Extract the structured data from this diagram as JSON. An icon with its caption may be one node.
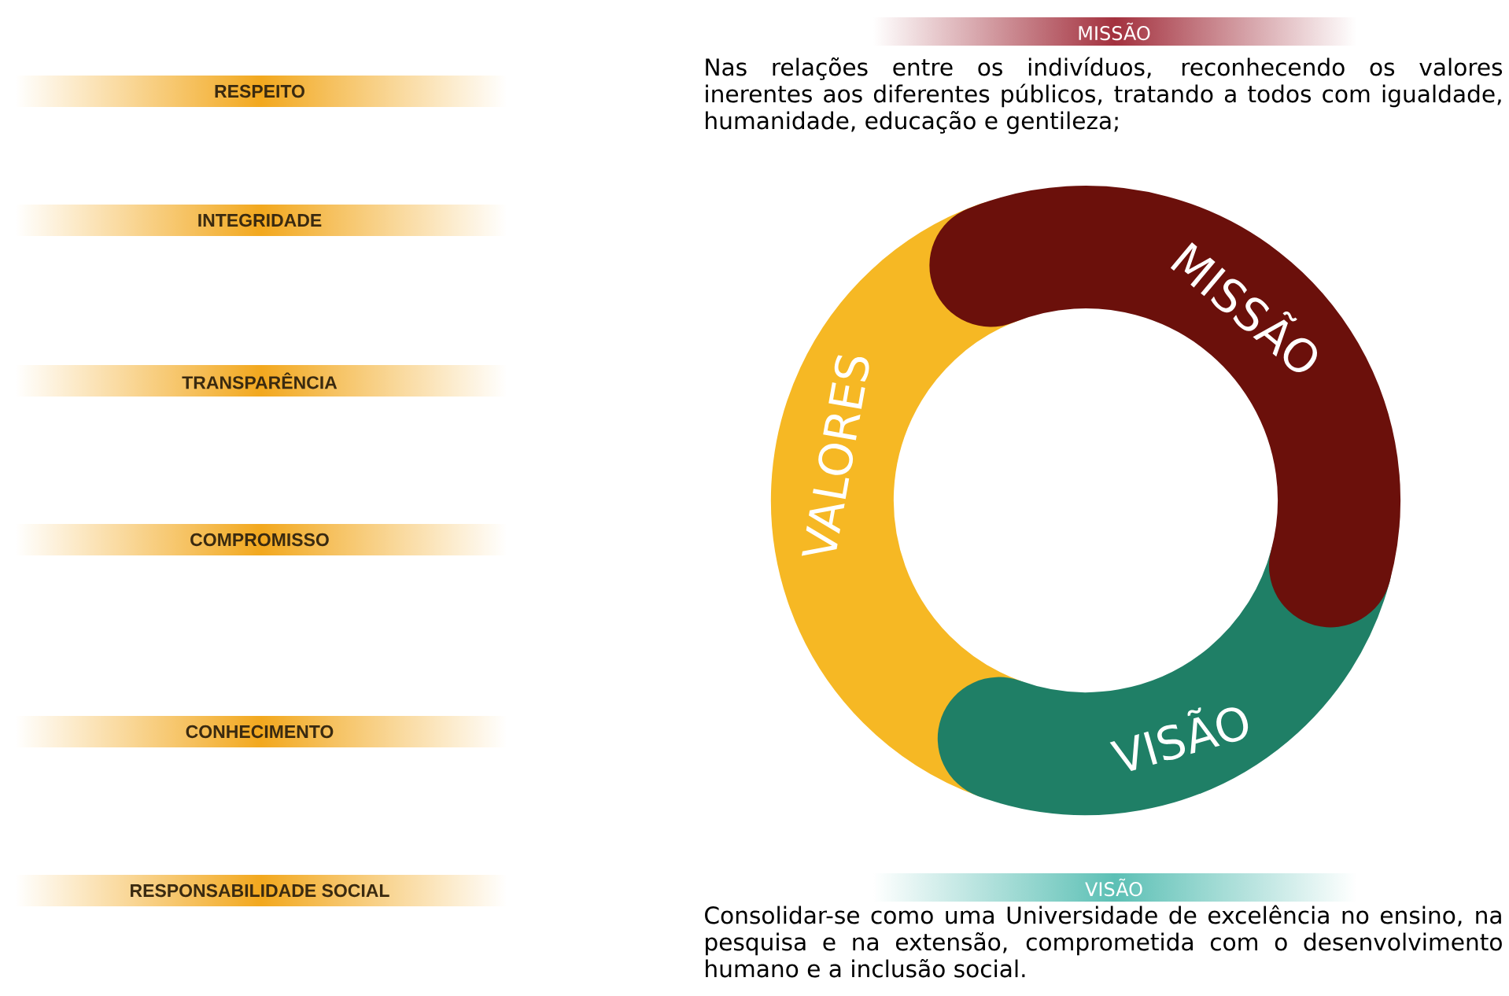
{
  "diagram": {
    "nodes": [
      {
        "text": [
          "RESPEITO"
        ]
      },
      {
        "text": [
          "INTEGRIDADE"
        ]
      },
      {
        "text": [
          "TRANSPARÊNCIA"
        ]
      },
      {
        "text": [
          "COMPROMISSO"
        ]
      },
      {
        "text": [
          "CONHECIMENTO"
        ]
      },
      {
        "text": [
          "RESPONSABILIDADE SOCIAL"
        ]
      },
      {
        "text": [
          "MISSÃO"
        ]
      },
      {
        "text": [
          "MISSÃO"
        ]
      },
      {
        "text": [
          "VALORES"
        ]
      },
      {
        "text": [
          "VISÃO"
        ]
      },
      {
        "text": [
          "VISÃO"
        ]
      }
    ],
    "labels": [
      "Nas relações entre os indivíduos, reconhecendo os valores inerentes aos diferentes públicos, tratando a todos com igualdade, humanidade, educação e gentileza;",
      "Consolidar-se como uma Universidade de excelência no ensino, na pesquisa e na extensão, comprometida com o desenvolvimento humano e a inclusão social."
    ]
  }
}
